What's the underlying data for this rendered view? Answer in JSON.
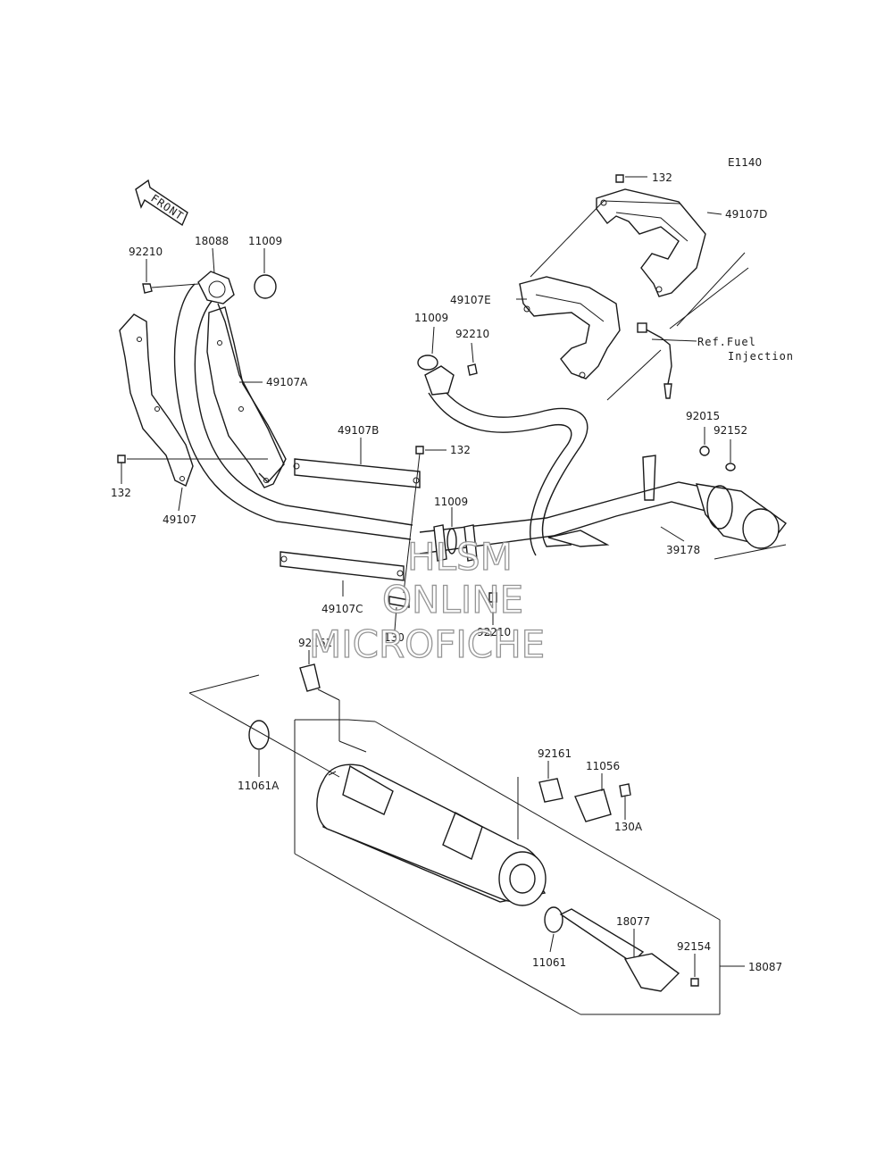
{
  "diagram_code": "E1140",
  "front_marker": "FRONT",
  "ref_note": [
    "Ref.Fuel",
    "Injection"
  ],
  "watermark": [
    "HLSM",
    "ONLINE",
    "MICROFICHE"
  ],
  "parts": {
    "p132_top": "132",
    "p49107D": "49107D",
    "p49107E": "49107E",
    "p11009_mid": "11009",
    "p92210_mid": "92210",
    "p92210_left": "92210",
    "p18088": "18088",
    "p11009_left": "11009",
    "p49107A": "49107A",
    "p49107B": "49107B",
    "p132_mid": "132",
    "p132_left": "132",
    "p49107": "49107",
    "p11009_low": "11009",
    "p92015": "92015",
    "p92152": "92152",
    "p39178": "39178",
    "p49107C": "49107C",
    "p130": "130",
    "p92210_low": "92210",
    "p92161_top": "92161",
    "p11061A": "11061A",
    "p92161_right": "92161",
    "p11056": "11056",
    "p130A": "130A",
    "p18077": "18077",
    "p92154": "92154",
    "p11061": "11061",
    "p18087": "18087"
  }
}
